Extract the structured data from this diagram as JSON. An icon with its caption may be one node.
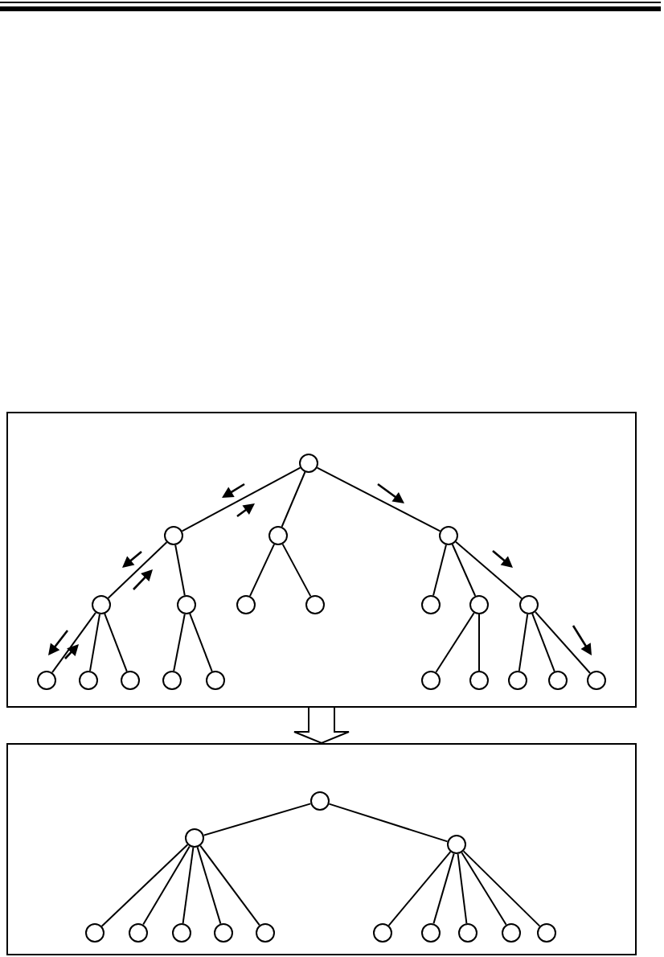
{
  "diagram": {
    "nodes": [
      {
        "text": [],
        "shape": "box"
      },
      {
        "text": [],
        "shape": "circle",
        "in": 0
      },
      {
        "text": [],
        "shape": "circle",
        "in": 0
      },
      {
        "text": [],
        "shape": "circle",
        "in": 0
      },
      {
        "text": [],
        "shape": "circle",
        "in": 0
      },
      {
        "text": [],
        "shape": "circle",
        "in": 0
      },
      {
        "text": [],
        "shape": "circle",
        "in": 0
      },
      {
        "text": [],
        "shape": "circle",
        "in": 0
      },
      {
        "text": [],
        "shape": "circle",
        "in": 0
      },
      {
        "text": [],
        "shape": "circle",
        "in": 0
      },
      {
        "text": [],
        "shape": "circle",
        "in": 0
      },
      {
        "text": [],
        "shape": "circle",
        "in": 0
      },
      {
        "text": [],
        "shape": "circle",
        "in": 0
      },
      {
        "text": [],
        "shape": "circle",
        "in": 0
      },
      {
        "text": [],
        "shape": "circle",
        "in": 0
      },
      {
        "text": [],
        "shape": "circle",
        "in": 0
      },
      {
        "text": [],
        "shape": "circle",
        "in": 0
      },
      {
        "text": [],
        "shape": "circle",
        "in": 0
      },
      {
        "text": [],
        "shape": "circle",
        "in": 0
      },
      {
        "text": [],
        "shape": "circle",
        "in": 0
      },
      {
        "text": [],
        "shape": "circle",
        "in": 0
      },
      {
        "text": [],
        "shape": "circle",
        "in": 0
      },
      {
        "text": [],
        "shape": "box"
      },
      {
        "text": [],
        "shape": "circle",
        "in": 22
      },
      {
        "text": [],
        "shape": "circle",
        "in": 22
      },
      {
        "text": [],
        "shape": "circle",
        "in": 22
      },
      {
        "text": [],
        "shape": "circle",
        "in": 22
      },
      {
        "text": [],
        "shape": "circle",
        "in": 22
      },
      {
        "text": [],
        "shape": "circle",
        "in": 22
      },
      {
        "text": [],
        "shape": "circle",
        "in": 22
      },
      {
        "text": [],
        "shape": "circle",
        "in": 22
      },
      {
        "text": [],
        "shape": "circle",
        "in": 22
      },
      {
        "text": [],
        "shape": "circle",
        "in": 22
      },
      {
        "text": [],
        "shape": "circle",
        "in": 22
      },
      {
        "text": [],
        "shape": "circle",
        "in": 22
      },
      {
        "text": [],
        "shape": "circle",
        "in": 22
      }
    ],
    "edges": [
      {
        "from": 1,
        "to": 2,
        "arrow": "none"
      },
      {
        "from": 1,
        "to": 3,
        "arrow": "none"
      },
      {
        "from": 1,
        "to": 4,
        "arrow": "none"
      },
      {
        "from": 2,
        "to": 5,
        "arrow": "none"
      },
      {
        "from": 2,
        "to": 6,
        "arrow": "none"
      },
      {
        "from": 3,
        "to": 7,
        "arrow": "none"
      },
      {
        "from": 3,
        "to": 8,
        "arrow": "none"
      },
      {
        "from": 4,
        "to": 9,
        "arrow": "none"
      },
      {
        "from": 4,
        "to": 10,
        "arrow": "none"
      },
      {
        "from": 4,
        "to": 11,
        "arrow": "none"
      },
      {
        "from": 5,
        "to": 12,
        "arrow": "none"
      },
      {
        "from": 5,
        "to": 13,
        "arrow": "none"
      },
      {
        "from": 5,
        "to": 14,
        "arrow": "none"
      },
      {
        "from": 6,
        "to": 15,
        "arrow": "none"
      },
      {
        "from": 6,
        "to": 16,
        "arrow": "none"
      },
      {
        "from": 10,
        "to": 17,
        "arrow": "none"
      },
      {
        "from": 10,
        "to": 18,
        "arrow": "none"
      },
      {
        "from": 11,
        "to": 19,
        "arrow": "none"
      },
      {
        "from": 11,
        "to": 20,
        "arrow": "none"
      },
      {
        "from": 11,
        "to": 21,
        "arrow": "none"
      },
      {
        "from": 0,
        "to": 22,
        "arrow": "to",
        "style": "thick"
      },
      {
        "from": 23,
        "to": 24,
        "arrow": "none"
      },
      {
        "from": 23,
        "to": 25,
        "arrow": "none"
      },
      {
        "from": 24,
        "to": 26,
        "arrow": "none"
      },
      {
        "from": 24,
        "to": 27,
        "arrow": "none"
      },
      {
        "from": 24,
        "to": 28,
        "arrow": "none"
      },
      {
        "from": 24,
        "to": 29,
        "arrow": "none"
      },
      {
        "from": 24,
        "to": 30,
        "arrow": "none"
      },
      {
        "from": 25,
        "to": 31,
        "arrow": "none"
      },
      {
        "from": 25,
        "to": 32,
        "arrow": "none"
      },
      {
        "from": 25,
        "to": 33,
        "arrow": "none"
      },
      {
        "from": 25,
        "to": 34,
        "arrow": "none"
      },
      {
        "from": 25,
        "to": 35,
        "arrow": "none"
      }
    ]
  }
}
